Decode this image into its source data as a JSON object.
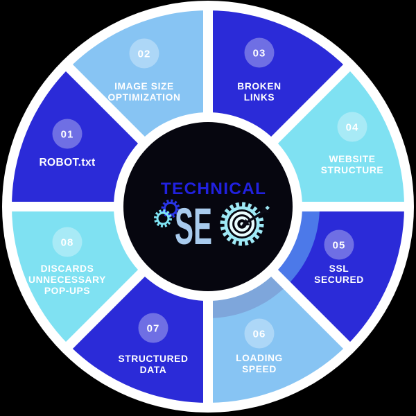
{
  "center": {
    "title": "TECHNICAL",
    "brand_se_letters": "SE",
    "title_color": "#2121DF",
    "se_color": "#A9CBEE"
  },
  "theme": {
    "background": "#000000",
    "ring_white": "#FFFFFF",
    "center_bg": "#06060F",
    "badge_fill": "rgba(255,255,255,0.32)",
    "label_color": "#FFFFFF",
    "gear_cyan": "#9FE9F6",
    "bullseye_ring": "#EAFDFF",
    "arrow_dark": "#0B0B16",
    "gear_outline_blue": "#2935E8",
    "gear_outline_cyan": "#7FE4F4"
  },
  "segments": [
    {
      "number": "01",
      "lines": [
        "ROBOT.txt"
      ],
      "color": "#2B2BD8"
    },
    {
      "number": "02",
      "lines": [
        "IMAGE SIZE",
        "OPTIMIZATION"
      ],
      "color": "#87C4F3"
    },
    {
      "number": "03",
      "lines": [
        "BROKEN",
        "LINKS"
      ],
      "color": "#2B2BD8"
    },
    {
      "number": "04",
      "lines": [
        "WEBSITE",
        "STRUCTURE"
      ],
      "color": "#7FE1F2"
    },
    {
      "number": "05",
      "lines": [
        "SSL",
        "SECURED"
      ],
      "color": "#2B2BD8",
      "band_color": "#4C79E9"
    },
    {
      "number": "06",
      "lines": [
        "LOADING",
        "SPEED"
      ],
      "color": "#87C4F3",
      "band_color": "#7EA6DB"
    },
    {
      "number": "07",
      "lines": [
        "STRUCTURED",
        "DATA"
      ],
      "color": "#2B2BD8"
    },
    {
      "number": "08",
      "lines": [
        "DISCARDS",
        "UNNECESSARY",
        "POP-UPS"
      ],
      "color": "#7FE1F2"
    }
  ]
}
